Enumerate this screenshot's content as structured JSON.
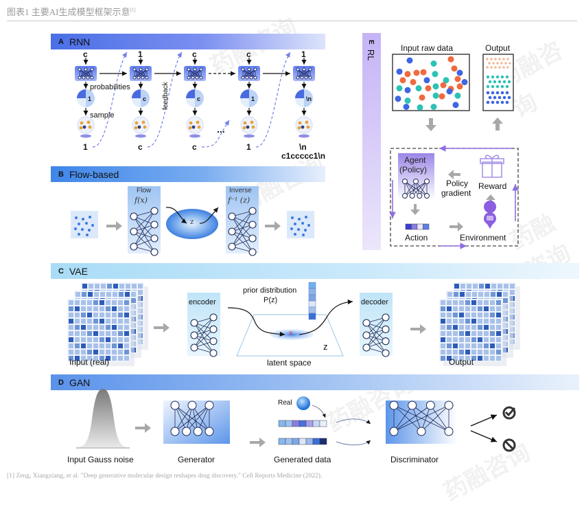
{
  "caption": {
    "text": "图表1 主要AI生成模型框架示意",
    "ref": "[1]"
  },
  "footnote": "[1] Zeng, Xiangxiang, et al. \"Deep generative molecular design reshapes drug discovery.\" Cell Reports Medicine (2022).",
  "watermark": "药融咨询",
  "panels": {
    "A": {
      "letter": "A",
      "title": "RNN",
      "inputs": [
        "c",
        "1",
        "c",
        "c",
        "1"
      ],
      "outputs": [
        "1",
        "c",
        "c",
        "1",
        "\\n"
      ],
      "pie_labels": [
        "1",
        "c",
        "c",
        "1",
        "\\n"
      ],
      "probabilities_label": "probabilities",
      "sample_label": "sample",
      "feedback_label": "feedback",
      "ellipsis": "...",
      "result": "c1ccccc1\\n"
    },
    "B": {
      "letter": "B",
      "title": "Flow-based",
      "flow_label": "Flow",
      "flow_fn": "f(x)",
      "inverse_label": "Inverse",
      "inverse_fn": "f⁻¹ (z)",
      "latent": "z"
    },
    "C": {
      "letter": "C",
      "title": "VAE",
      "input_label": "Input (real)",
      "encoder_label": "encoder",
      "prior_label": "prior distribution",
      "prior_fn": "P(z)",
      "latent_mark": "x",
      "latent_axis": "z",
      "latent_label": "latent space",
      "decoder_label": "decoder",
      "output_label": "Output"
    },
    "D": {
      "letter": "D",
      "title": "GAN",
      "noise_label": "Input Gauss noise",
      "generator_label": "Generator",
      "real_label": "Real",
      "generated_label": "Generated data",
      "discriminator_label": "Discriminator",
      "outcomes": [
        "check-icon",
        "block-icon"
      ]
    },
    "E": {
      "letter": "E",
      "title": "RL",
      "input_label": "Input raw data",
      "output_label": "Output",
      "agent_label_1": "Agent",
      "agent_label_2": "(Policy)",
      "policy_label_1": "Policy",
      "policy_label_2": "gradient",
      "reward_label": "Reward",
      "action_label": "Action",
      "environment_label": "Environment"
    }
  },
  "colors": {
    "rnn_bar": "#4a6fe6",
    "flow_bar": "#3f86ea",
    "vae_bar": "#a9dcf7",
    "gan_bar": "#5a92ea",
    "rl_bar": "#c5b4f6",
    "dot_orange": "#ef6b3f",
    "dot_teal": "#2cc2b5",
    "dot_blue": "#3e66e0",
    "dot_cyan": "#7fd6e6",
    "feedback_arrow": "#6f7fe8",
    "rl_arrow": "#8f6ee0"
  }
}
